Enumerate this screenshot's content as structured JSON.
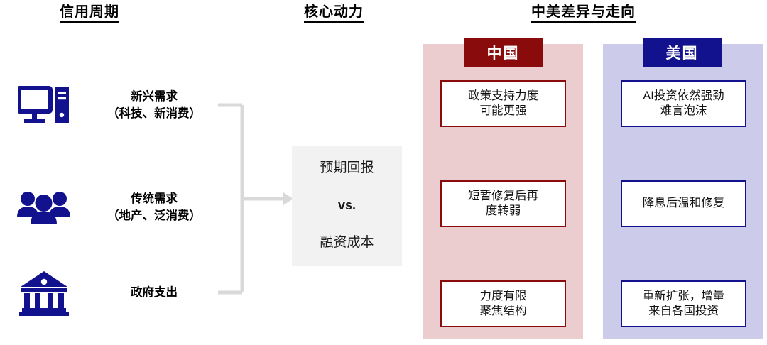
{
  "headings": {
    "credit_cycle": "信用周期",
    "core_driver": "核心动力",
    "cn_us": "中美差异与走向"
  },
  "drivers": [
    {
      "icon": "desktop-computer-icon",
      "title": "新兴需求",
      "subtitle": "（科技、新消费）"
    },
    {
      "icon": "people-group-icon",
      "title": "传统需求",
      "subtitle": "（地产、泛消费）"
    },
    {
      "icon": "government-bank-icon",
      "title": "政府支出",
      "subtitle": ""
    }
  ],
  "core_box": {
    "line1": "预期回报",
    "line2": "vs.",
    "line3": "融资成本"
  },
  "countries": [
    {
      "key": "china",
      "tab_label": "中国",
      "accent": "#8a0b0b",
      "panel_bg": "#ebcdd0",
      "items": [
        "政策支持力度\n可能更强",
        "短暂修复后再\n度转弱",
        "力度有限\n聚焦结构"
      ]
    },
    {
      "key": "us",
      "tab_label": "美国",
      "accent": "#12128f",
      "panel_bg": "#ccccea",
      "items": [
        "AI投资依然强劲\n难言泡沫",
        "降息后温和修复",
        "重新扩张，增量\n来自各国投资"
      ]
    }
  ],
  "connector": {
    "name": "bracket-arrow-connector",
    "color": "#d9d9d9"
  }
}
